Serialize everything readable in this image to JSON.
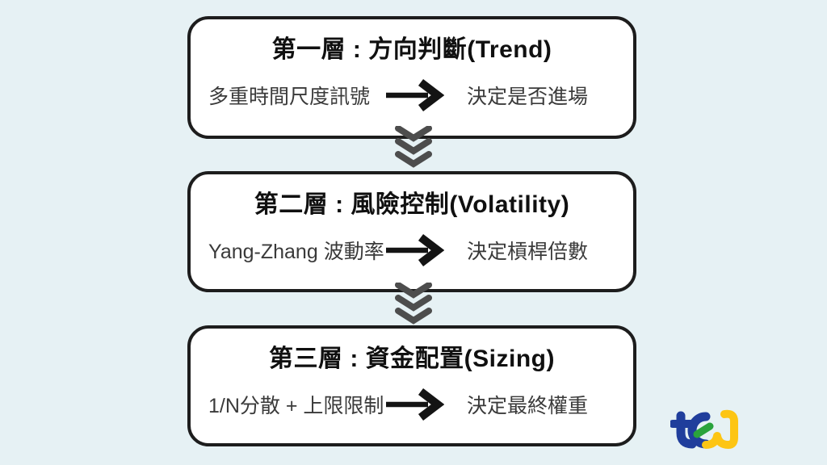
{
  "canvas": {
    "background": "#e6f1f4"
  },
  "box_style": {
    "fill": "#ffffff",
    "border_color": "#1d1d1d"
  },
  "colors": {
    "title_text": "#101010",
    "body_text": "#3a3a3a",
    "arrow": "#141414",
    "chevron": "#4d4d4d"
  },
  "layers": [
    {
      "title": "第一層 : 方向判斷(Trend)",
      "input": "多重時間尺度訊號",
      "output": "決定是否進場"
    },
    {
      "title": "第二層 : 風險控制(Volatility)",
      "input": "Yang-Zhang 波動率",
      "output": "決定槓桿倍數"
    },
    {
      "title": "第三層 : 資金配置(Sizing)",
      "input": "1/N分散 + 上限限制",
      "output": "決定最終權重"
    }
  ],
  "connectors": [
    {
      "icon": "triple-chevron-down-icon"
    },
    {
      "icon": "triple-chevron-down-icon"
    }
  ],
  "logo": {
    "text": "tej",
    "colors": {
      "blue": "#203e9c",
      "yellow": "#fdc514",
      "green": "#2aa33c"
    }
  }
}
